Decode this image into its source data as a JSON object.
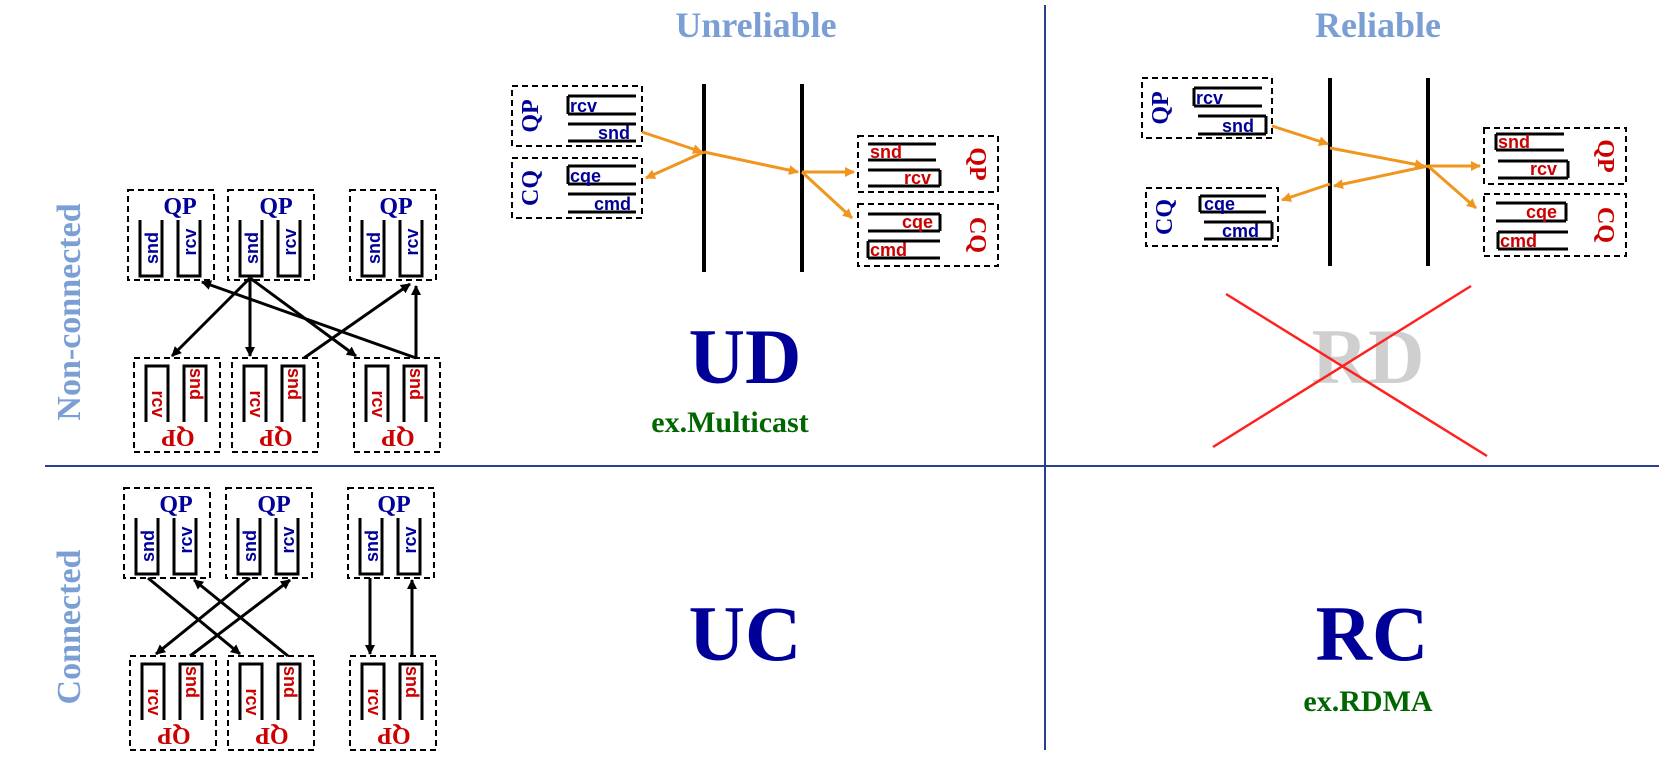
{
  "columns": {
    "unreliable": "Unreliable",
    "reliable": "Reliable"
  },
  "rows": {
    "non_connected": "Non-connected",
    "connected": "Connected"
  },
  "cells": {
    "ud": {
      "code": "UD",
      "example": "ex.Multicast"
    },
    "rd": {
      "code": "RD"
    },
    "uc": {
      "code": "UC"
    },
    "rc": {
      "code": "RC",
      "example": "ex.RDMA"
    }
  },
  "labels": {
    "qp": "QP",
    "cq": "CQ",
    "snd": "snd",
    "rcv": "rcv",
    "cqe": "cqe",
    "cmd": "cmd"
  },
  "colors": {
    "header": "#7b9fd4",
    "blue": "#000099",
    "red": "#cc0000",
    "green": "#006600",
    "orange": "#f0961e",
    "gray": "#cfcfcf",
    "grid": "#2b3f8f"
  }
}
